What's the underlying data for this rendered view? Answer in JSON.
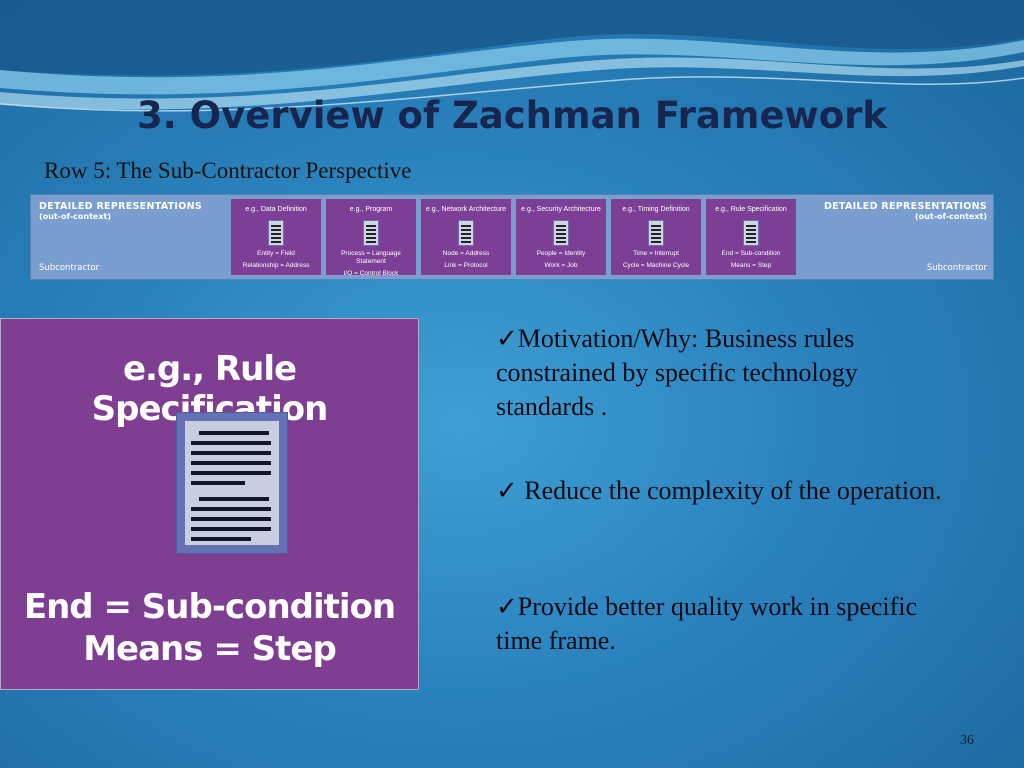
{
  "slide": {
    "title": "3. Overview of Zachman Framework",
    "subtitle": "Row 5: The Sub-Contractor Perspective",
    "page_number": "36"
  },
  "strip": {
    "left_heading": "DETAILED REPRESENTATIONS",
    "left_paren": "(out-of-context)",
    "left_role": "Subcontractor",
    "right_heading": "DETAILED REPRESENTATIONS",
    "right_paren": "(out-of-context)",
    "right_role": "Subcontractor",
    "cells": [
      {
        "title": "e.g., Data Definition",
        "line1": "Entity = Field",
        "line2": "Relationship = Address"
      },
      {
        "title": "e.g., Program",
        "line1": "Process = Language Statement",
        "line2": "I/O = Control Block"
      },
      {
        "title": "e.g., Network Architecture",
        "line1": "Node = Address",
        "line2": "Link = Protocol"
      },
      {
        "title": "e.g., Security Architecture",
        "line1": "People = Identity",
        "line2": "Work = Job"
      },
      {
        "title": "e.g., Timing Definition",
        "line1": "Time = Interrupt",
        "line2": "Cycle = Machine Cycle"
      },
      {
        "title": "e.g., Rule Specification",
        "line1": "End = Sub-condition",
        "line2": "Means = Step"
      }
    ]
  },
  "detail": {
    "title": "e.g., Rule Specification",
    "line1": "End = Sub-condition",
    "line2": "Means = Step"
  },
  "bullets": [
    "✓Motivation/Why: Business rules constrained by specific technology standards .",
    "✓ Reduce the complexity of the operation.",
    "✓Provide better quality work in specific time frame."
  ],
  "colors": {
    "background": "#2a82bd",
    "title": "#16264f",
    "cell_purple": "#7e3e92",
    "strip_blue": "#7b9ed1"
  }
}
